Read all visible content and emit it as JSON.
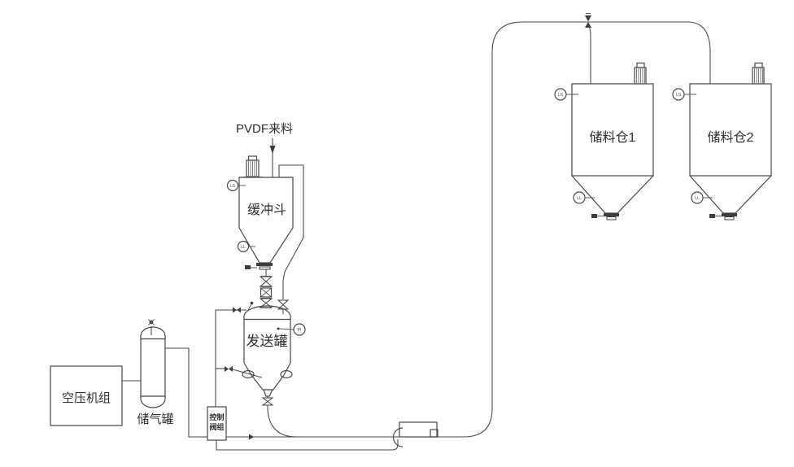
{
  "diagram": {
    "type": "process-flow-diagram",
    "background": "#ffffff",
    "line_color": "#4a4a4a",
    "text_color": "#2e2e2e",
    "feed_label": "PVDF来料",
    "equipment": {
      "compressor": {
        "label": "空压机组"
      },
      "air_tank": {
        "label": "储气罐"
      },
      "control_valves": {
        "label_line1": "控制",
        "label_line2": "阀组"
      },
      "buffer_hopper": {
        "label": "缓冲斗"
      },
      "send_tank": {
        "label": "发送罐"
      },
      "silo1": {
        "label": "储料仓1"
      },
      "silo2": {
        "label": "储料仓2"
      }
    },
    "instruments": {
      "level_switch_high": "LS",
      "level_switch_low": "LL",
      "pressure_indicator": "PI"
    }
  }
}
